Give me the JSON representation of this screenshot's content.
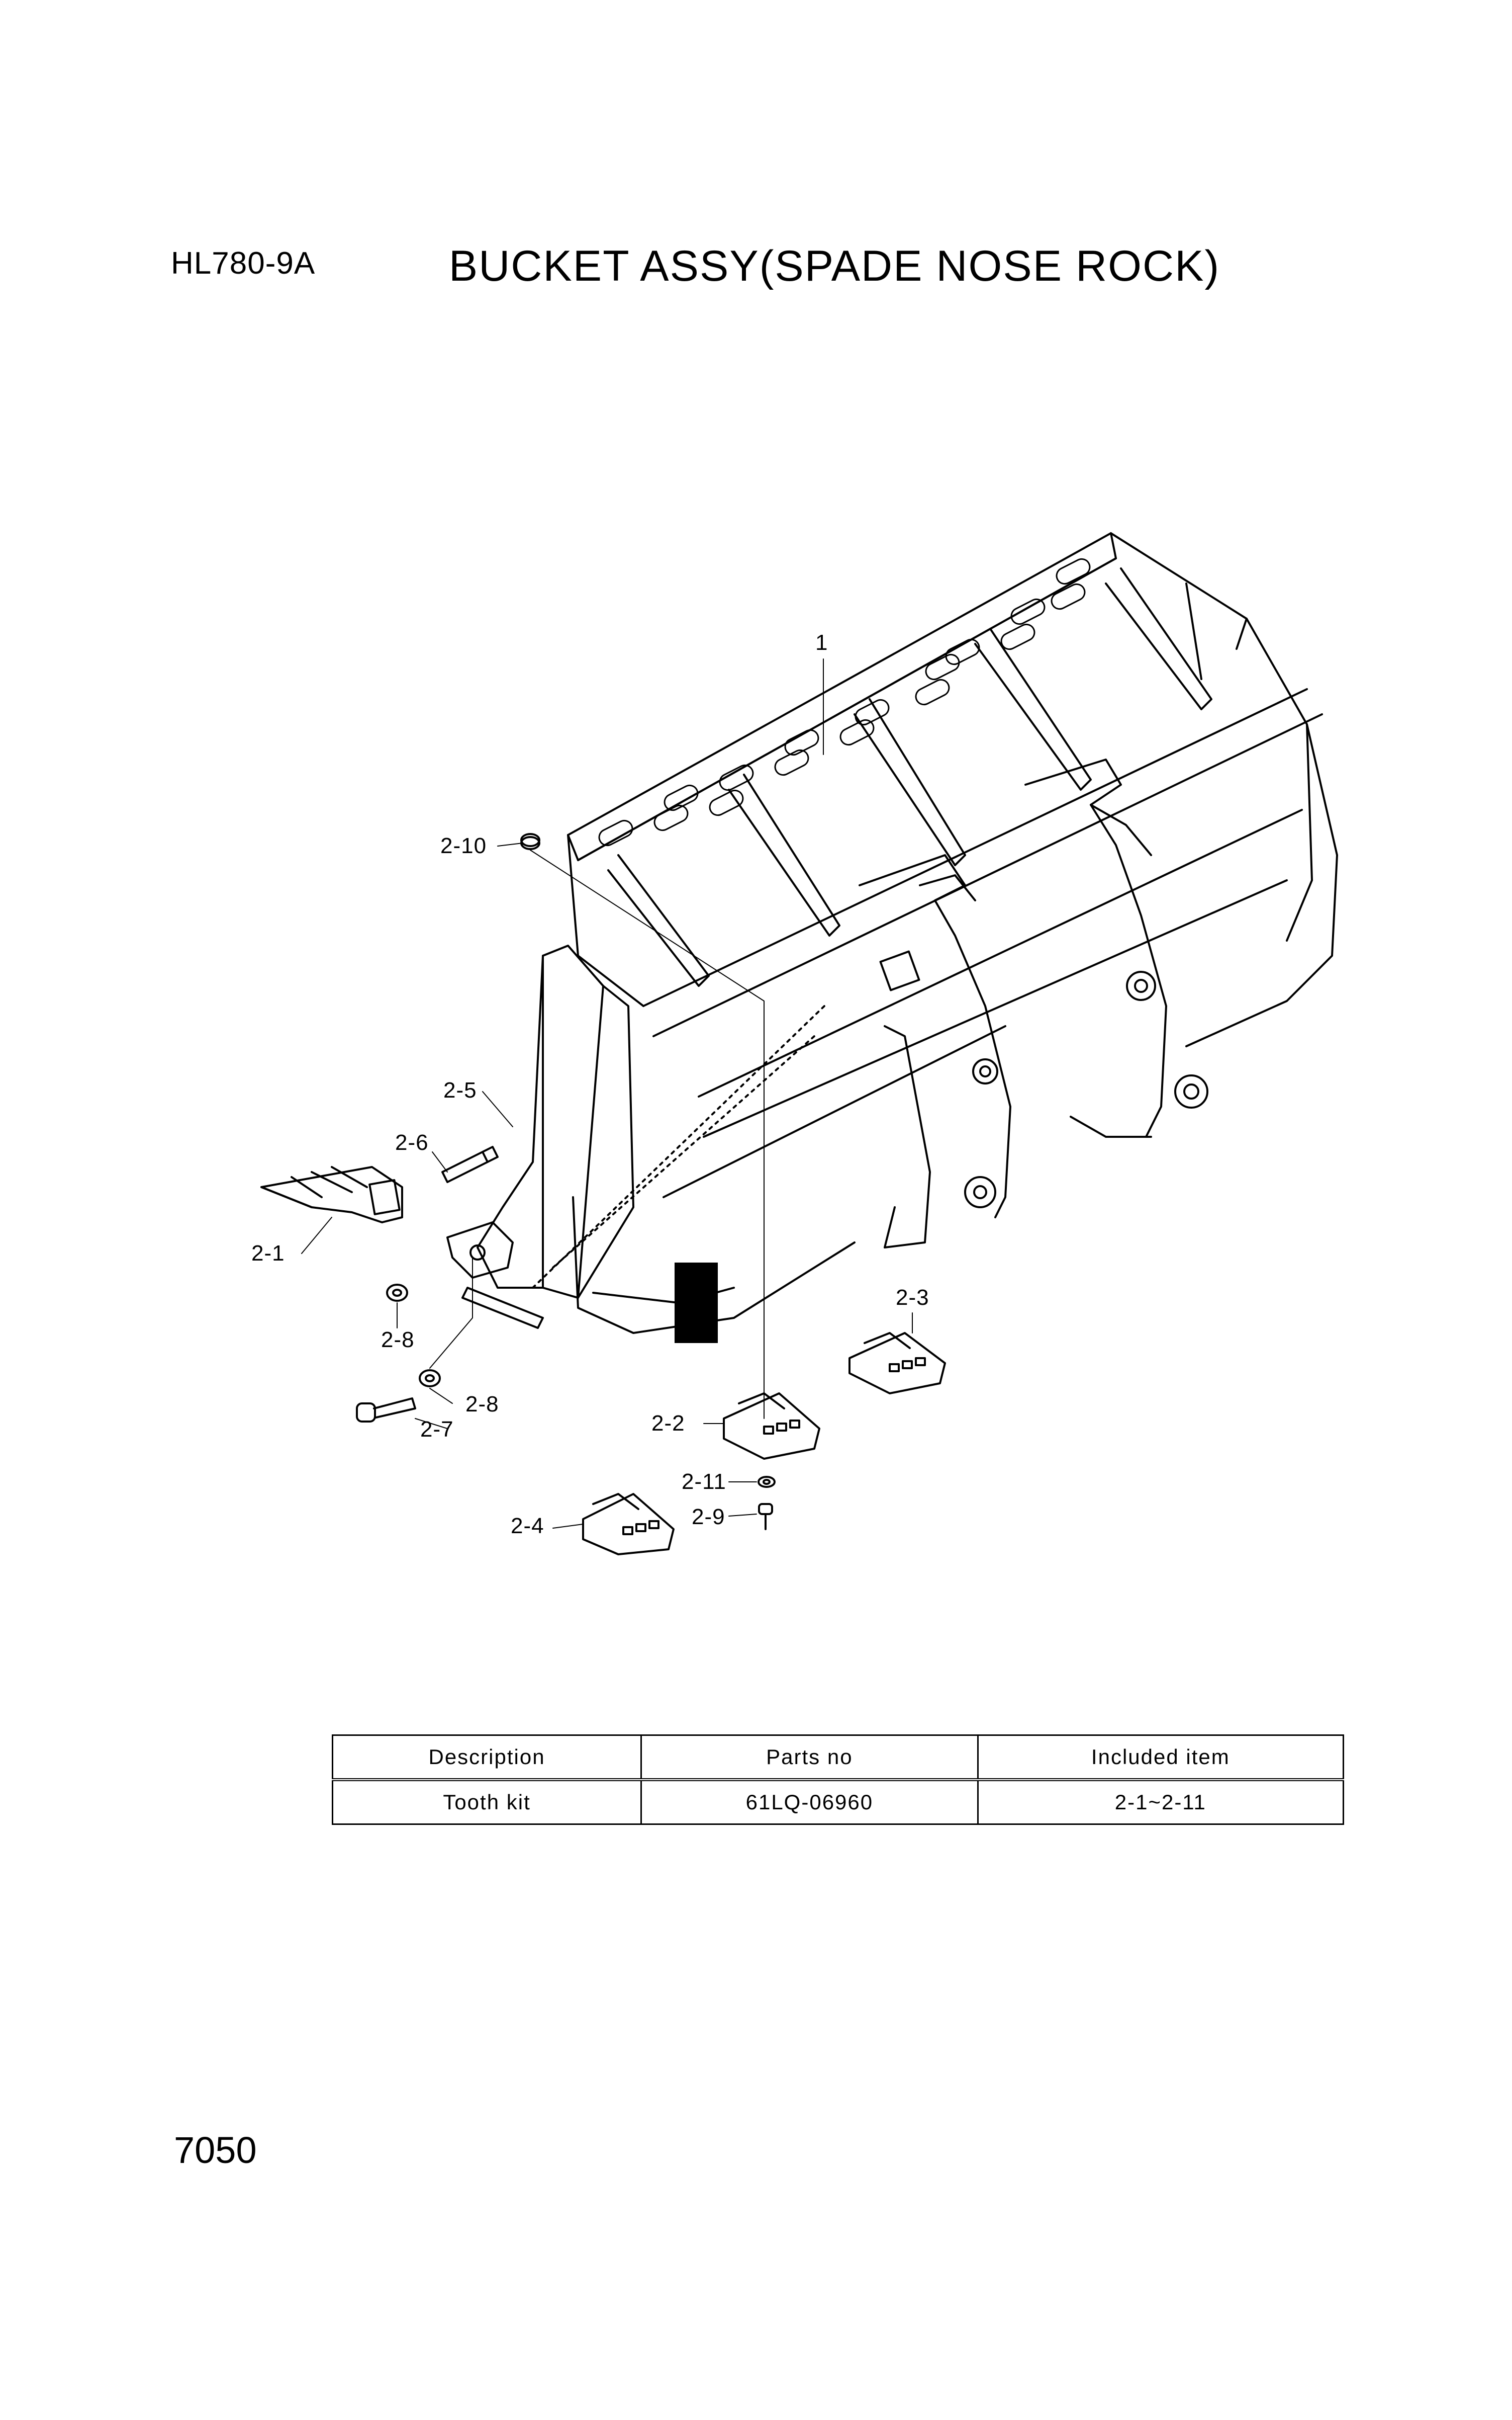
{
  "header": {
    "model": "HL780-9A",
    "title": "BUCKET ASSY(SPADE NOSE ROCK)"
  },
  "callouts": {
    "c1": "1",
    "c2_1": "2-1",
    "c2_2": "2-2",
    "c2_3": "2-3",
    "c2_4": "2-4",
    "c2_5": "2-5",
    "c2_6": "2-6",
    "c2_7": "2-7",
    "c2_8a": "2-8",
    "c2_8b": "2-8",
    "c2_9": "2-9",
    "c2_10": "2-10",
    "c2_11": "2-11"
  },
  "kit_table": {
    "headers": [
      "Description",
      "Parts no",
      "Included item"
    ],
    "rows": [
      [
        "Tooth kit",
        "61LQ-06960",
        "2-1~2-11"
      ]
    ]
  },
  "footer": {
    "page_number": "7050"
  }
}
